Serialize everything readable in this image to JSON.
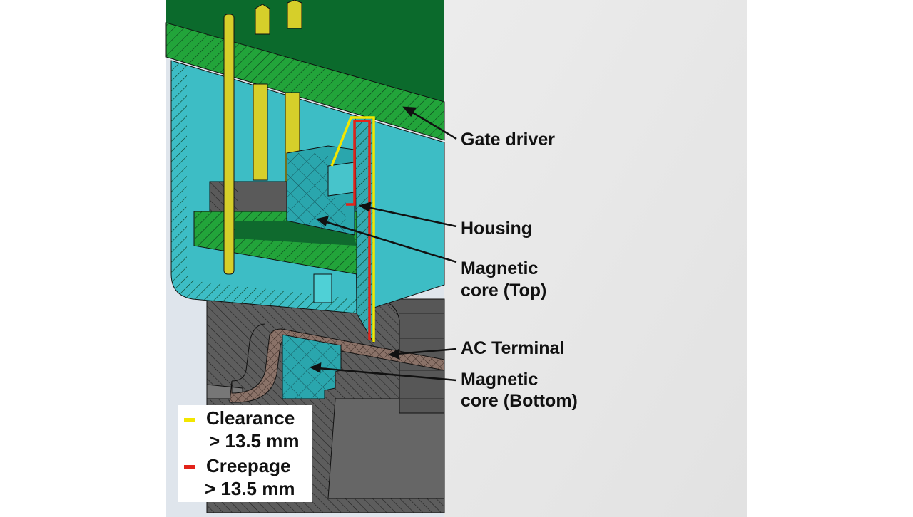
{
  "labels": {
    "gate_driver": "Gate driver",
    "housing": "Housing",
    "core_top_1": "Magnetic",
    "core_top_2": "core (Top)",
    "ac_terminal": "AC Terminal",
    "core_bottom_1": "Magnetic",
    "core_bottom_2": "core (Bottom)"
  },
  "legend": {
    "clearance": {
      "label": "Clearance",
      "value": "> 13.5 mm",
      "color": "#f2e600"
    },
    "creepage": {
      "label": "Creepage",
      "value": "> 13.5 mm",
      "color": "#e2231a"
    }
  },
  "colors": {
    "pcb_dark": "#0b6a2c",
    "pcb": "#22a43a",
    "housing": "#3dbdc5",
    "core": "#2aa6ad",
    "terminal": "#8a7268",
    "body_gray": "#5a5a5a",
    "pin": "#d6cf2a"
  }
}
